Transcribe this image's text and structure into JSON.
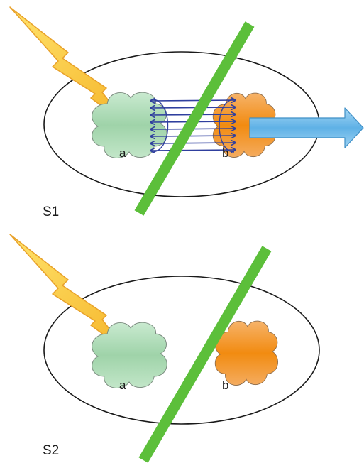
{
  "panels": [
    {
      "label": "S1",
      "cloud_a_label": "a",
      "cloud_b_label": "b",
      "connected": true,
      "has_output_arrow": true
    },
    {
      "label": "S2",
      "cloud_a_label": "a",
      "cloud_b_label": "b",
      "connected": false,
      "has_output_arrow": false
    }
  ],
  "colors": {
    "lightning_fill": "#f7c23a",
    "lightning_stroke": "#e8a12a",
    "cloud_a_fill": "#a8d8b4",
    "cloud_b_fill": "#f3941f",
    "divider": "#5cbf3a",
    "connections": "#2f3f9e",
    "output_arrow": "#6bb8e6"
  },
  "icons": {
    "stimulus": "lightning-bolt-icon",
    "output": "right-arrow-icon"
  }
}
